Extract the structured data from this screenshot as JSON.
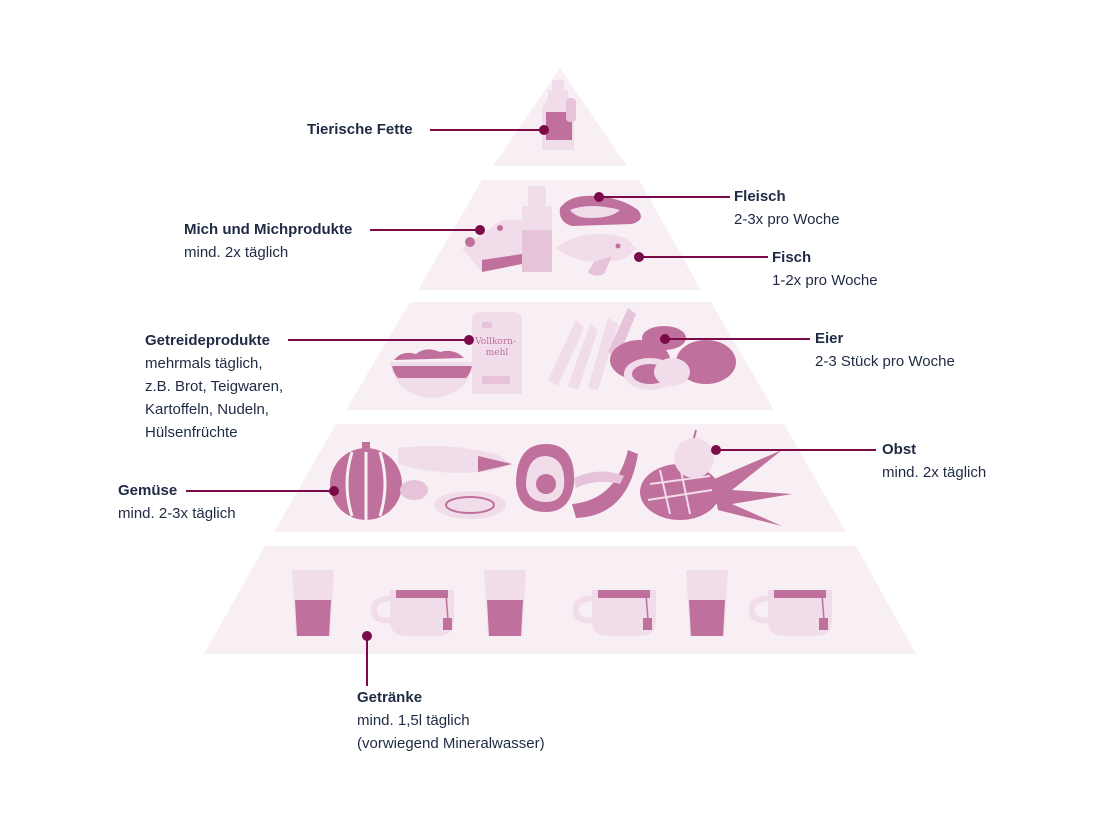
{
  "colors": {
    "tier_bg": "#f7eff4",
    "food_dark": "#c0709d",
    "food_light": "#f1dce9",
    "food_mid": "#e6c3d8",
    "leader": "#7a0a48",
    "text": "#1f2a44"
  },
  "tiers": [
    {
      "name": "Tierische Fette",
      "desc": "",
      "icons": [
        "oil-bottle-icon"
      ]
    },
    {
      "name": "Mich und Michprodukte",
      "desc": "mind. 2x täglich",
      "icons": [
        "cheese-icon",
        "milk-bottle-icon"
      ]
    },
    {
      "name": "Fleisch",
      "desc": "2-3x pro Woche",
      "icons": [
        "meat-icon"
      ]
    },
    {
      "name": "Fisch",
      "desc": "1-2x pro Woche",
      "icons": [
        "fish-icon"
      ]
    },
    {
      "name": "Getreideprodukte",
      "desc": "mehrmals täglich,\nz.B. Brot, Teigwaren,\nKartoffeln, Nudeln,\nHülsenfrüchte",
      "icons": [
        "grain-bowl-icon",
        "flour-bag-icon",
        "pasta-icon"
      ],
      "bag_text": "Vollkorn-\nmehl"
    },
    {
      "name": "Eier",
      "desc": "2-3 Stück pro Woche",
      "icons": [
        "potato-icon"
      ]
    },
    {
      "name": "Gemüse",
      "desc": "mind. 2-3x täglich",
      "icons": [
        "pumpkin-icon",
        "leek-icon",
        "onion-icon"
      ]
    },
    {
      "name": "Obst",
      "desc": "mind. 2x täglich",
      "icons": [
        "avocado-icon",
        "banana-icon",
        "apple-icon",
        "pineapple-icon"
      ]
    },
    {
      "name": "Getränke",
      "desc": "mind. 1,5l täglich\n(vorwiegend Mineralwasser)",
      "icons": [
        "water-glass-icon",
        "tea-cup-icon"
      ]
    }
  ]
}
